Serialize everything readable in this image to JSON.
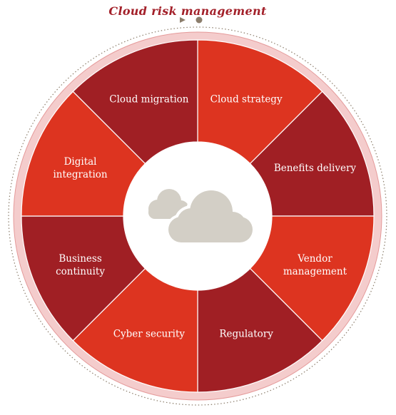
{
  "title": "Cloud risk management",
  "colors": {
    "dark_red": "#a01f24",
    "bright_red": "#dd3420",
    "ring_pink": "#f4cccc",
    "ring_border": "#e59a9a",
    "center_circle": "#ffffff",
    "cloud_icon": "#d3cfc6",
    "dotted_line": "#8b7d6b",
    "title": "#a3212a"
  },
  "center_icon": "cloud-icon",
  "segments": [
    {
      "lines": [
        "Cloud strategy"
      ],
      "color": "bright_red"
    },
    {
      "lines": [
        "Benefits delivery"
      ],
      "color": "dark_red"
    },
    {
      "lines": [
        "Vendor",
        "management"
      ],
      "color": "bright_red"
    },
    {
      "lines": [
        "Regulatory"
      ],
      "color": "dark_red"
    },
    {
      "lines": [
        "Cyber security"
      ],
      "color": "bright_red"
    },
    {
      "lines": [
        "Business",
        "continuity"
      ],
      "color": "dark_red"
    },
    {
      "lines": [
        "Digital",
        "integration"
      ],
      "color": "bright_red"
    },
    {
      "lines": [
        "Cloud migration"
      ],
      "color": "dark_red"
    }
  ]
}
